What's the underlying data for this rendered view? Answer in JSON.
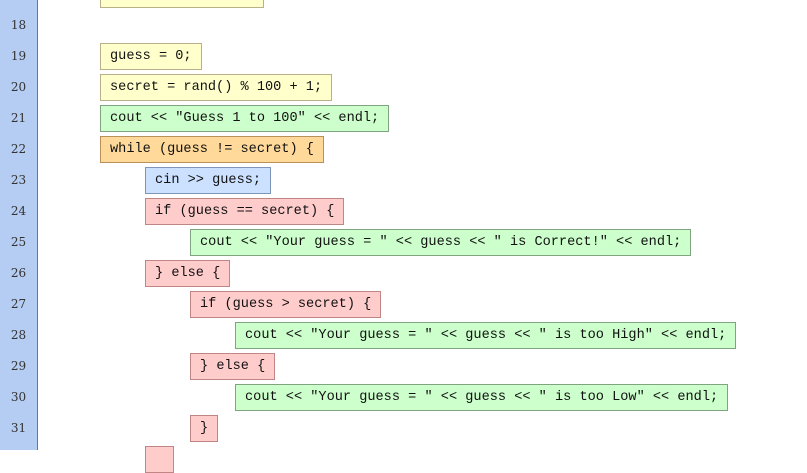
{
  "lines": [
    {
      "num": "18",
      "code": "",
      "indent": 0,
      "color": ""
    },
    {
      "num": "19",
      "code": "guess = 0;",
      "indent": 0,
      "color": "yellow"
    },
    {
      "num": "20",
      "code": "secret = rand() % 100 + 1;",
      "indent": 0,
      "color": "yellow"
    },
    {
      "num": "21",
      "code": "cout << \"Guess 1 to 100\" << endl;",
      "indent": 0,
      "color": "green"
    },
    {
      "num": "22",
      "code": "while (guess != secret) {",
      "indent": 0,
      "color": "orange"
    },
    {
      "num": "23",
      "code": "cin >> guess;",
      "indent": 1,
      "color": "blue"
    },
    {
      "num": "24",
      "code": "if (guess == secret) {",
      "indent": 1,
      "color": "pink"
    },
    {
      "num": "25",
      "code": "cout << \"Your guess = \" << guess << \" is Correct!\" << endl;",
      "indent": 2,
      "color": "green"
    },
    {
      "num": "26",
      "code": "} else {",
      "indent": 1,
      "color": "pink"
    },
    {
      "num": "27",
      "code": "if (guess > secret) {",
      "indent": 2,
      "color": "pink"
    },
    {
      "num": "28",
      "code": "cout << \"Your guess = \" << guess << \" is too High\" << endl;",
      "indent": 3,
      "color": "green"
    },
    {
      "num": "29",
      "code": "} else {",
      "indent": 2,
      "color": "pink"
    },
    {
      "num": "30",
      "code": "cout << \"Your guess = \" << guess << \" is too Low\" << endl;",
      "indent": 3,
      "color": "green"
    },
    {
      "num": "31",
      "code": "}",
      "indent": 2,
      "color": "pink"
    }
  ],
  "colors": {
    "yellow": "#ffffcc",
    "green": "#ccffcc",
    "orange": "#ffd999",
    "blue": "#cce0ff",
    "pink": "#ffcccc",
    "gutter": "#b5cdf3"
  }
}
